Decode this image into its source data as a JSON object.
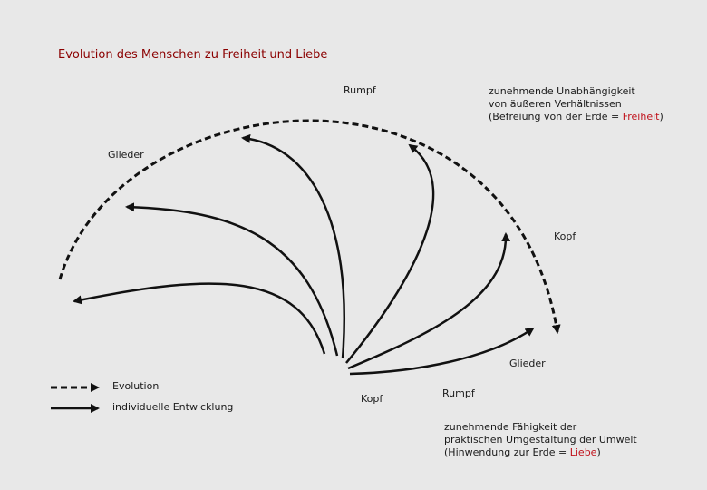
{
  "title": "Evolution des Menschen zu Freiheit und Liebe",
  "labels": {
    "rumpf_top": "Rumpf",
    "glieder_left": "Glieder",
    "kopf_right": "Kopf",
    "glieder_bottom": "Glieder",
    "kopf_bottom": "Kopf",
    "rumpf_bottom": "Rumpf"
  },
  "top_note": {
    "line1": "zunehmende Unabhängigkeit",
    "line2": "von äußeren Verhältnissen",
    "line3_prefix": "(Befreiung von der Erde = ",
    "line3_highlight": "Freiheit",
    "line3_suffix": ")"
  },
  "bottom_note": {
    "line1": "zunehmende Fähigkeit der",
    "line2": "praktischen Umgestaltung der Umwelt",
    "line3_prefix": "(Hinwendung zur Erde = ",
    "line3_highlight": "Liebe",
    "line3_suffix": ")"
  },
  "legend": {
    "evolution": "Evolution",
    "individual": "individuelle Entwicklung"
  },
  "colors": {
    "title": "#8b0000",
    "highlight": "#c0101a",
    "stroke": "#111111",
    "background": "#e8e8e8"
  }
}
